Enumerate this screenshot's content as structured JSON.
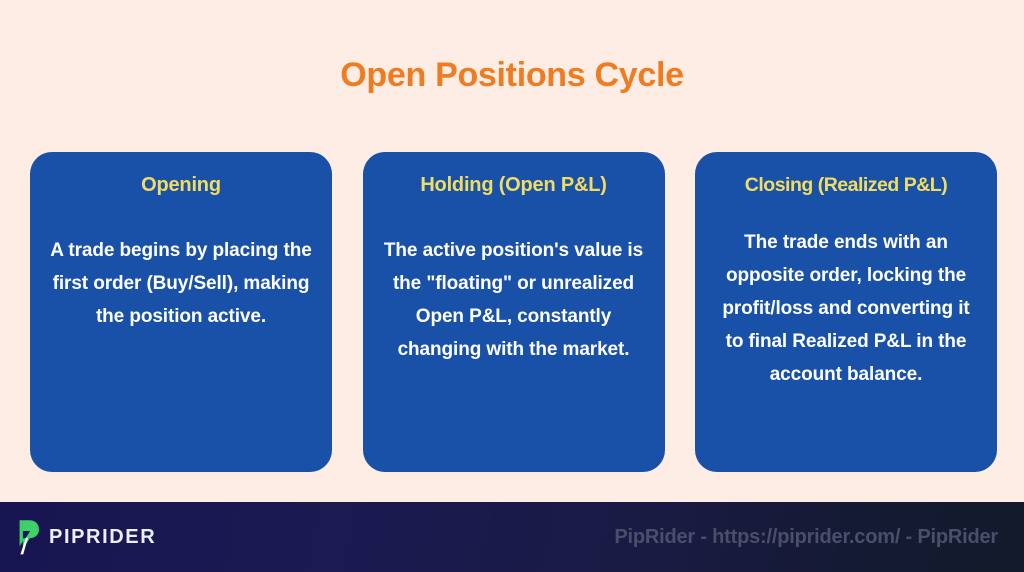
{
  "slide": {
    "title": "Open Positions Cycle",
    "background_color": "#FDEDE4",
    "title_color": "#F07C22"
  },
  "cards": [
    {
      "heading": "Opening",
      "body": "A trade begins by placing the first order (Buy/Sell), making the position active.",
      "card_color": "#1A51A8",
      "heading_color": "#F1DC62",
      "body_color": "#FFFFFF"
    },
    {
      "heading": "Holding (Open P&L)",
      "body": "The active position's value is the \"floating\" or unrealized Open P&L, constantly changing with the market.",
      "card_color": "#1A51A8",
      "heading_color": "#F1DC62",
      "body_color": "#FFFFFF"
    },
    {
      "heading": "Closing (Realized P&L)",
      "body": "The trade ends with an opposite order, locking the profit/loss and converting it to final Realized P&L in the account balance.",
      "card_color": "#1A51A8",
      "heading_color": "#F1DC62",
      "body_color": "#FFFFFF"
    }
  ],
  "footer": {
    "brand_name": "PIPRIDER",
    "brand_mark_icon": "piprider-p-logo-icon",
    "brand_mark_color": "#3FD06A",
    "credit": "PipRider - https://piprider.com/ - PipRider",
    "credit_color": "#4B4E6B",
    "background_left_color": "#181652",
    "background_right_color": "#121A2B"
  }
}
